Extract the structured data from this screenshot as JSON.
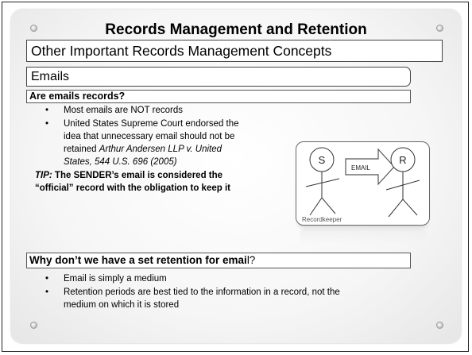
{
  "slide": {
    "title": "Records Management and Retention",
    "subtitle": "Other Important Records Management Concepts",
    "section": "Emails"
  },
  "question1": {
    "label": "Are emails records?",
    "bullets": [
      "Most emails are NOT records",
      "United States Supreme Court endorsed the",
      "idea that unnecessary email should not be",
      "retained ",
      "Arthur Andersen LLP v. United",
      "States, 544 U.S. 696 (2005)"
    ],
    "tip_prefix": "TIP:",
    "tip_line1": " The SENDER’s email is considered the",
    "tip_line2": "“official” record with the obligation to keep it"
  },
  "diagram": {
    "sender_letter": "S",
    "recipient_letter": "R",
    "arrow_label": "EMAIL",
    "caption": "Recordkeeper"
  },
  "question2": {
    "label_main": "Why don’t we have a set retention for emai",
    "label_tail": "l?",
    "bullets": [
      "Email is simply a medium",
      "Retention periods are best tied to the information in a record, not the",
      "medium on which it is stored"
    ]
  }
}
